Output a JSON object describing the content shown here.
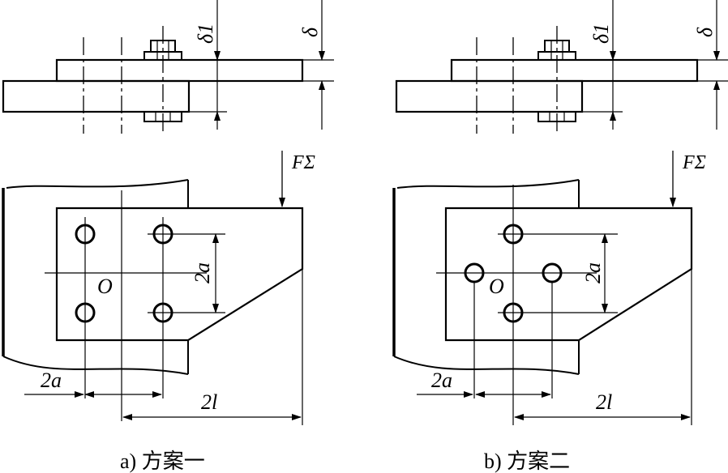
{
  "panel_a": {
    "caption": "a) 方案一",
    "labels": {
      "delta1": "δ1",
      "delta": "δ",
      "force": "FΣ",
      "center": "O",
      "two_a_vertical": "2a",
      "two_a_horizontal": "2a",
      "two_l": "2l"
    },
    "bolt_count": 4
  },
  "panel_b": {
    "caption": "b) 方案二",
    "labels": {
      "delta1": "δ1",
      "delta": "δ",
      "force": "FΣ",
      "center": "O",
      "two_a_vertical": "2a",
      "two_a_horizontal": "2a",
      "two_l": "2l"
    },
    "bolt_count": 4
  },
  "colors": {
    "line": "#000000",
    "background": "#ffffff"
  }
}
